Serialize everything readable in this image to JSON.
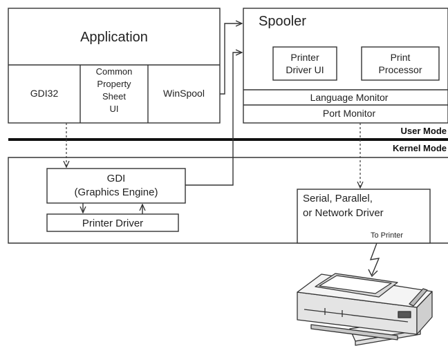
{
  "application": {
    "title": "Application"
  },
  "gdi32": "GDI32",
  "common_property_sheet": [
    "Common",
    "Property",
    "Sheet",
    "UI"
  ],
  "winspool": "WinSpool",
  "spooler": {
    "title": "Spooler",
    "printer_driver_ui": [
      "Printer",
      "Driver UI"
    ],
    "print_processor": [
      "Print",
      "Processor"
    ],
    "language_monitor": "Language Monitor",
    "port_monitor": "Port Monitor"
  },
  "modes": {
    "user": "User Mode",
    "kernel": "Kernel Mode"
  },
  "gdi": {
    "line1": "GDI",
    "line2": "(Graphics Engine)"
  },
  "printer_driver": "Printer Driver",
  "serial_driver": [
    "Serial, Parallel,",
    "or Network Driver"
  ],
  "to_printer": "To Printer",
  "icons": {
    "printer": "printer-icon",
    "lightning": "lightning-bolt-icon"
  }
}
